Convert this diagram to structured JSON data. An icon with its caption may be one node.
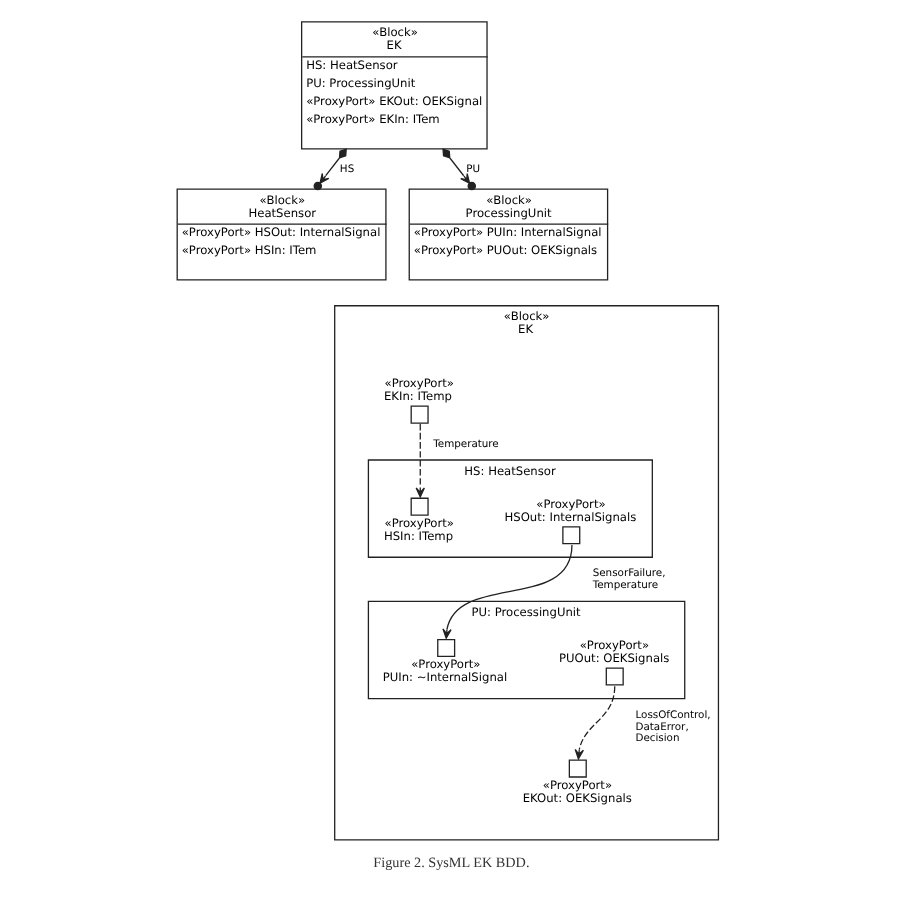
{
  "diagram": {
    "caption": "Figure 2. SysML EK BDD.",
    "nodes": [
      {
        "text": [
          "«Block» EK",
          "HS: HeatSensor",
          "PU: ProcessingUnit",
          "«ProxyPort» EKOut: OEKSignal",
          "«ProxyPort» EKIn: ITem"
        ]
      },
      {
        "text": [
          "«Block» HeatSensor",
          "«ProxyPort» HSOut: InternalSignal",
          "«ProxyPort» HSIn: ITem"
        ]
      },
      {
        "text": [
          "«Block» ProcessingUnit",
          "«ProxyPort» PUIn: InternalSignal",
          "«ProxyPort» PUOut: OEKSignals"
        ]
      },
      {
        "text": [
          "«Block» EK"
        ]
      },
      {
        "text": [],
        "shape": "box",
        "in": 3,
        "beside": [
          "«ProxyPort» EKIn: ITemp"
        ]
      },
      {
        "text": [
          "HS: HeatSensor"
        ],
        "in": 3
      },
      {
        "text": [],
        "shape": "box",
        "in": 5,
        "beside": [
          "«ProxyPort» HSIn: ITemp"
        ]
      },
      {
        "text": [],
        "shape": "box",
        "in": 5,
        "beside": [
          "«ProxyPort» HSOut: InternalSignals"
        ]
      },
      {
        "text": [
          "PU: ProcessingUnit"
        ],
        "in": 3
      },
      {
        "text": [],
        "shape": "box",
        "in": 8,
        "beside": [
          "«ProxyPort» PUIn: ~InternalSignal"
        ]
      },
      {
        "text": [],
        "shape": "box",
        "in": 8,
        "beside": [
          "«ProxyPort» PUOut: OEKSignals"
        ]
      },
      {
        "text": [],
        "shape": "box",
        "in": 3,
        "beside": [
          "«ProxyPort» EKOut: OEKSignals"
        ]
      }
    ],
    "edges": [
      {
        "from": 0,
        "to": 1,
        "arrow": "to",
        "label": "HS"
      },
      {
        "from": 0,
        "to": 2,
        "arrow": "to",
        "label": "PU"
      },
      {
        "from": 4,
        "to": 6,
        "arrow": "to",
        "label": "Temperature",
        "style": "dashed"
      },
      {
        "from": 7,
        "to": 9,
        "arrow": "to",
        "label": "SensorFailure, Temperature"
      },
      {
        "from": 10,
        "to": 11,
        "arrow": "to",
        "label": "LossOfControl, DataError, Decision",
        "style": "dashed"
      }
    ]
  }
}
